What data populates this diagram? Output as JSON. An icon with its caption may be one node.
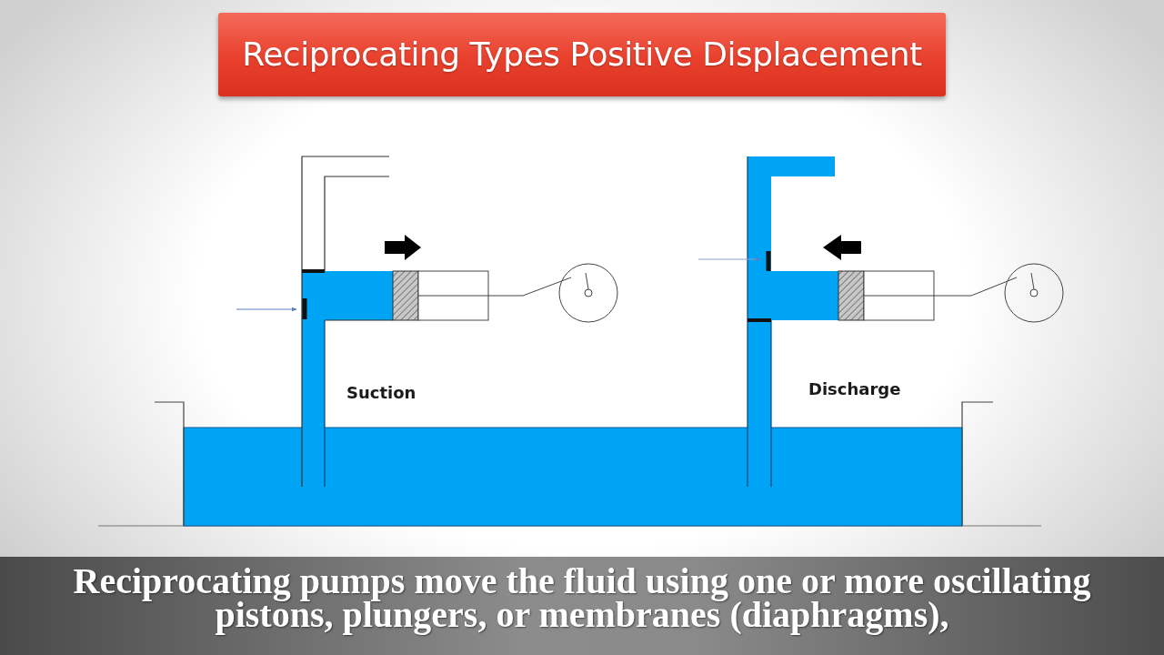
{
  "diagram": {
    "title": "Reciprocating Types Positive Displacement",
    "caption": "Reciprocating pumps move the fluid using one or more oscillating pistons, plungers, or membranes (diaphragms),",
    "labels": [
      "Suction",
      "Discharge"
    ]
  }
}
